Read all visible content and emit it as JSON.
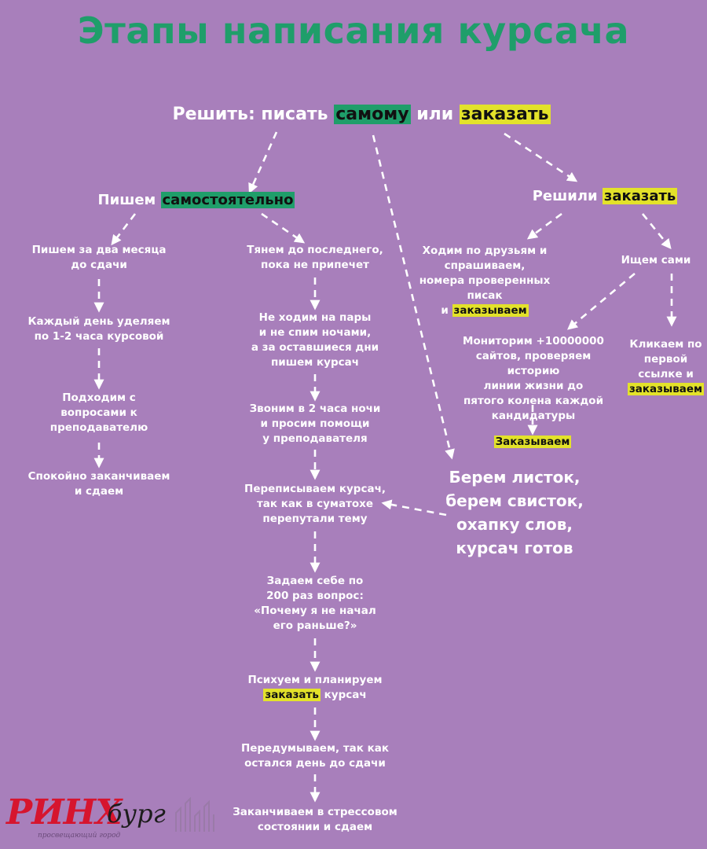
{
  "title": "Этапы написания курсача",
  "root": {
    "pre": "Решить: писать ",
    "self": "самому",
    "mid": " или ",
    "order": "заказать"
  },
  "self_branch": {
    "pre": "Пишем ",
    "hl": "самостоятельно"
  },
  "order_branch": {
    "pre": "Решили ",
    "hl": "заказать"
  },
  "left_col": [
    "Пишем за два месяца\nдо сдачи",
    "Каждый день уделяем\nпо 1-2 часа курсовой",
    "Подходим с\nвопросами к\nпреподавателю",
    "Спокойно заканчиваем\nи сдаем"
  ],
  "mid_col": [
    "Тянем до последнего,\nпока не припечет",
    "Не ходим на пары\nи не спим ночами,\nа за оставшиеся дни\nпишем курсач",
    "Звоним в 2 часа ночи\nи просим помощи\nу преподавателя",
    "Переписываем курсач,\nтак как в суматохе\nперепутали тему",
    "Задаем себе по\n200 раз вопрос:\n«Почему я не начал\nего раньше?»"
  ],
  "mid_panic": {
    "pre": "Психуем и планируем\n",
    "hl": "заказать",
    "post": " курсач"
  },
  "mid_col_end": [
    "Передумываем, так как\nостался день до сдачи",
    "Заканчиваем в стрессовом\nсостоянии и сдаем"
  ],
  "friends": {
    "pre": "Ходим по друзьям и\nспрашиваем,\nномера проверенных\nписак\nи ",
    "hl": "заказываем"
  },
  "search_self": "Ищем сами",
  "monitor": "Мониторим +10000000\nсайтов, проверяем историю\nлинии  жизни до\nпятого колена каждой\nкандидатуры",
  "monitor_result": {
    "hl": "Заказываем"
  },
  "first_link": {
    "pre": "Кликаем по\nпервой\nссылке и\n",
    "hl": "заказываем"
  },
  "magic": "Берем листок,\nберем свисток,\nохапку слов,\nкурсач готов",
  "logo": {
    "main": "РИНХ",
    "suffix": "бург",
    "tagline": "просвещающий город"
  }
}
